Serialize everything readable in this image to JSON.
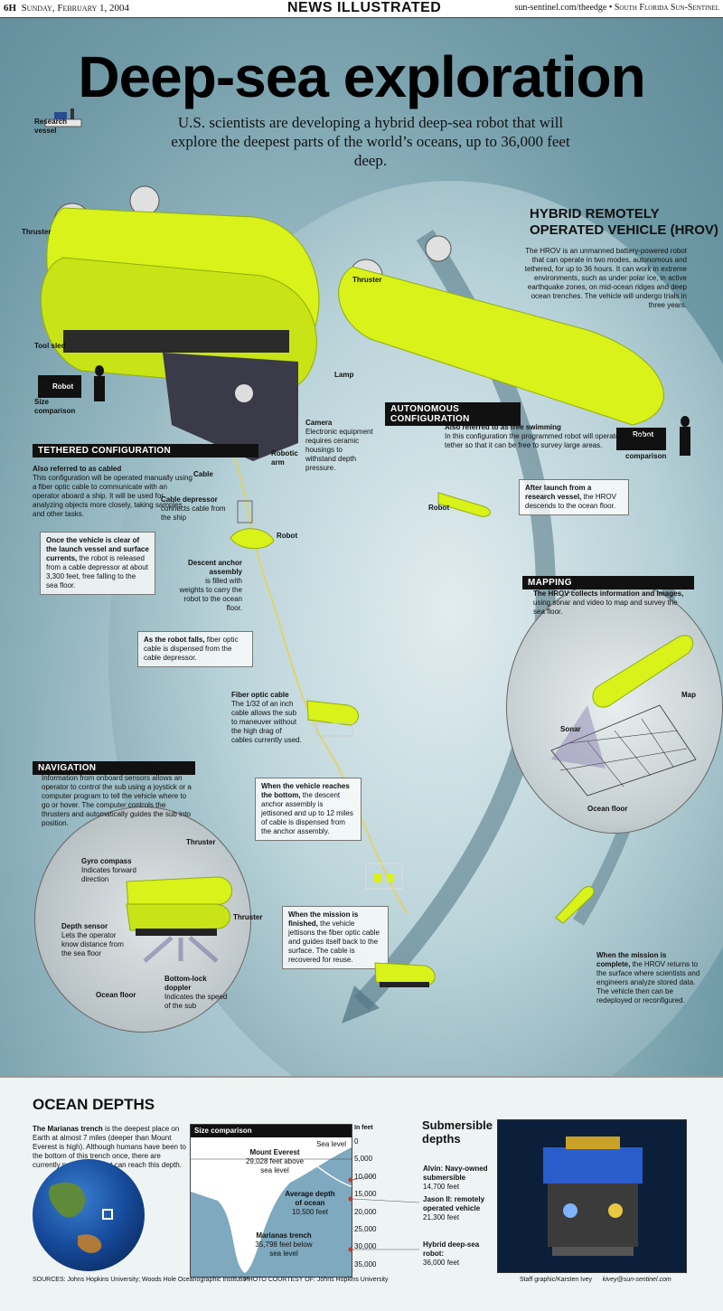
{
  "header": {
    "page": "6H",
    "date": "Sunday, February 1, 2004",
    "section": "NEWS ILLUSTRATED",
    "url": "sun-sentinel.com/theedge",
    "paper": "South Florida Sun-Sentinel"
  },
  "title": "Deep-sea exploration",
  "subtitle": "U.S. scientists are developing a hybrid deep-sea robot that will explore the deepest parts of the world’s oceans, up to 36,000 feet deep.",
  "labels": {
    "research_vessel": "Research vessel",
    "thruster": "Thruster",
    "tool_sled": "Tool sled",
    "robot": "Robot",
    "size_comparison": "Size comparison",
    "lamp": "Lamp",
    "camera": "Camera",
    "camera_text": "Electronic equipment requires ceramic housings to withstand depth pressure.",
    "robotic_arm": "Robotic arm",
    "cable": "Cable",
    "sonar": "Sonar",
    "map": "Map",
    "ocean_floor": "Ocean floor"
  },
  "hrov": {
    "title_1": "HYBRID REMOTELY",
    "title_2": "OPERATED VEHICLE (HROV)",
    "body": "The HROV is an unmanned battery-powered robot that can operate in two modes, autonomous and tethered, for up to 36 hours. It can work in extreme environments, such as under polar ice, in active earthquake zones, on mid-ocean ridges and deep ocean trenches. The vehicle will undergo trials in three years."
  },
  "tethered": {
    "header": "TETHERED CONFIGURATION",
    "sub_bold": "Also referred to as cabled",
    "sub_text": "This configuration will be operated manually using a fiber optic cable to communicate with an operator aboard a ship. It will be used for analyzing objects more closely, taking samples and other tasks."
  },
  "autonomous": {
    "header": "AUTONOMOUS CONFIGURATION",
    "sub_bold": "Also referred to as free swimming",
    "sub_text": "In this configuration the programmed robot will operate without a tether so that it can be free to survey large areas."
  },
  "callouts": {
    "cable_depressor_bold": "Cable depressor",
    "cable_depressor_text": "connects cable from the ship",
    "clear_bold": "Once the vehicle is clear of the launch vessel and surface currents,",
    "clear_text": "the robot is released from a cable depressor at about 3,300 feet, free falling to the sea floor.",
    "anchor_bold": "Descent anchor assembly",
    "anchor_text": "is filled with weights to carry the robot to the ocean floor.",
    "falls_bold": "As the robot falls,",
    "falls_text": "fiber optic cable is dispensed from the cable depressor.",
    "fiber_bold": "Fiber optic cable",
    "fiber_text": "The 1/32 of an inch cable allows the sub to maneuver without the high drag of cables currently used.",
    "bottom_bold": "When the vehicle reaches the bottom,",
    "bottom_text": "the descent anchor assembly is jettisoned and up to 12 miles of cable is dispensed from the anchor assembly.",
    "finished_bold": "When the mission is finished,",
    "finished_text": "the vehicle jettisons the fiber optic cable and guides itself back to the surface. The cable is recovered for reuse.",
    "launch_bold": "After launch from a research vessel,",
    "launch_text": "the HROV descends to the ocean floor.",
    "complete_bold": "When the mission is complete,",
    "complete_text": "the HROV returns to the surface where scientists and engineers analyze stored data. The vehicle then can be redeployed or reconfigured."
  },
  "mapping": {
    "header": "MAPPING",
    "bold": "The HROV collects information and images,",
    "text": "using sonar and video to map and survey the sea floor."
  },
  "navigation": {
    "header": "NAVIGATION",
    "text": "Information from onboard sensors allows an operator to control the sub using a joystick or a computer program to tell the vehicle where to go or hover. The computer controls the thrusters and automatically guides the sub into position.",
    "gyro_bold": "Gyro compass",
    "gyro_text": "Indicates forward direction",
    "depth_bold": "Depth sensor",
    "depth_text": "Lets the operator know distance from the sea floor",
    "doppler_bold": "Bottom-lock doppler",
    "doppler_text": "Indicates the speed of the sub",
    "thruster": "Thruster",
    "ocean_floor": "Ocean floor"
  },
  "ocean_depths": {
    "title": "OCEAN DEPTHS",
    "text_bold": "The Marianas trench",
    "text": "is the deepest place on Earth at almost 7 miles (deeper than Mount Everest is high). Although humans have been to the bottom of this trench once, there are currently no vehicles that can reach this depth.",
    "size_comparison": "Size comparison",
    "sea_level": "Sea level",
    "in_feet": "In feet",
    "scale": [
      "0",
      "5,000",
      "10,000",
      "15,000",
      "20,000",
      "25,000",
      "30,000",
      "35,000"
    ],
    "everest_bold": "Mount Everest",
    "everest_text": "29,028 feet above sea level",
    "avg_bold": "Average depth of ocean",
    "avg_text": "10,500 feet",
    "marianas_bold": "Marianas trench",
    "marianas_text": "35,798 feet below sea level",
    "sub_title": "Submersible depths",
    "alvin_bold": "Alvin: Navy-owned submersible",
    "alvin_text": "14,700 feet",
    "jason_bold": "Jason II: remotely operated vehicle",
    "jason_text": "21,300 feet",
    "hybrid_bold": "Hybrid deep-sea robot:",
    "hybrid_text": "36,000 feet",
    "credit": "Staff graphic/Karsten Ivey",
    "credit_email": "kivey@sun-sentinel.com",
    "sources": "SOURCES: Johns Hopkins University; Woods Hole Oceanographic Institution",
    "photo_credit": "PHOTO COURTESY OF: Johns Hopkins University"
  },
  "colors": {
    "hull": "#d8f21a",
    "hull_shadow": "#8fae0a",
    "ocean": "#6f9aa6",
    "arrow": "#4f7482",
    "bar": "#111111"
  }
}
